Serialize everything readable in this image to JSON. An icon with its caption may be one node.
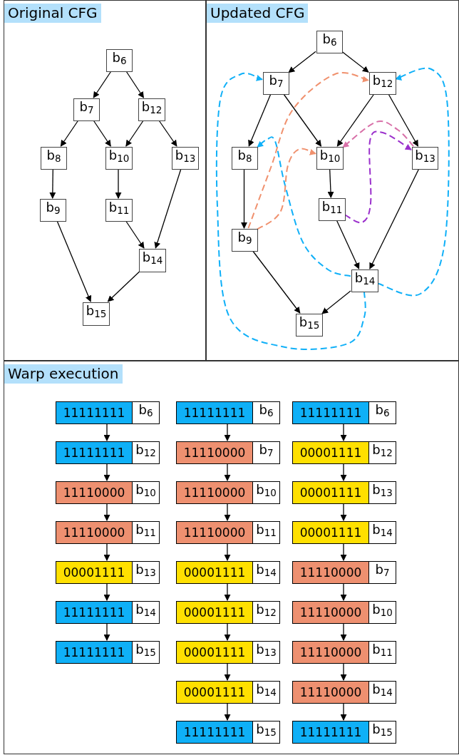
{
  "diagram": {
    "nodes": [
      {
        "text": [
          "Original CFG"
        ]
      },
      {
        "text": [
          "b$_{6}$"
        ],
        "in": 0
      },
      {
        "text": [
          "b$_{7}$"
        ],
        "in": 0
      },
      {
        "text": [
          "b$_{12}$"
        ],
        "in": 0
      },
      {
        "text": [
          "b$_{8}$"
        ],
        "in": 0
      },
      {
        "text": [
          "b$_{10}$"
        ],
        "in": 0
      },
      {
        "text": [
          "b$_{13}$"
        ],
        "in": 0
      },
      {
        "text": [
          "b$_{9}$"
        ],
        "in": 0
      },
      {
        "text": [
          "b$_{11}$"
        ],
        "in": 0
      },
      {
        "text": [
          "b$_{14}$"
        ],
        "in": 0
      },
      {
        "text": [
          "b$_{15}$"
        ],
        "in": 0
      },
      {
        "text": [
          "Updated CFG"
        ]
      },
      {
        "text": [
          "b$_{6}$"
        ],
        "in": 11
      },
      {
        "text": [
          "b$_{7}$"
        ],
        "in": 11
      },
      {
        "text": [
          "b$_{12}$"
        ],
        "in": 11
      },
      {
        "text": [
          "b$_{8}$"
        ],
        "in": 11
      },
      {
        "text": [
          "b$_{10}$"
        ],
        "in": 11
      },
      {
        "text": [
          "b$_{13}$"
        ],
        "in": 11
      },
      {
        "text": [
          "b$_{11}$"
        ],
        "in": 11
      },
      {
        "text": [
          "b$_{9}$"
        ],
        "in": 11
      },
      {
        "text": [
          "b$_{14}$"
        ],
        "in": 11
      },
      {
        "text": [
          "b$_{15}$"
        ],
        "in": 11
      },
      {
        "text": [
          "Warp execution"
        ]
      },
      {
        "text": [
          "11111111",
          "b$_{6}$"
        ],
        "in": 22
      },
      {
        "text": [
          "11111111",
          "b$_{12}$"
        ],
        "in": 22
      },
      {
        "text": [
          "11110000",
          "b$_{10}$"
        ],
        "in": 22
      },
      {
        "text": [
          "11110000",
          "b$_{11}$"
        ],
        "in": 22
      },
      {
        "text": [
          "00001111",
          "b$_{13}$"
        ],
        "in": 22
      },
      {
        "text": [
          "11111111",
          "b$_{14}$"
        ],
        "in": 22
      },
      {
        "text": [
          "11111111",
          "b$_{15}$"
        ],
        "in": 22
      },
      {
        "text": [
          "11111111",
          "b$_{6}$"
        ],
        "in": 22
      },
      {
        "text": [
          "11110000",
          "b$_{7}$"
        ],
        "in": 22
      },
      {
        "text": [
          "11110000",
          "b$_{10}$"
        ],
        "in": 22
      },
      {
        "text": [
          "11110000",
          "b$_{11}$"
        ],
        "in": 22
      },
      {
        "text": [
          "00001111",
          "b$_{14}$"
        ],
        "in": 22
      },
      {
        "text": [
          "00001111",
          "b$_{12}$"
        ],
        "in": 22
      },
      {
        "text": [
          "00001111",
          "b$_{13}$"
        ],
        "in": 22
      },
      {
        "text": [
          "00001111",
          "b$_{14}$"
        ],
        "in": 22
      },
      {
        "text": [
          "11111111",
          "b$_{15}$"
        ],
        "in": 22
      },
      {
        "text": [
          "11111111",
          "b$_{6}$"
        ],
        "in": 22
      },
      {
        "text": [
          "00001111",
          "b$_{12}$"
        ],
        "in": 22
      },
      {
        "text": [
          "00001111",
          "b$_{13}$"
        ],
        "in": 22
      },
      {
        "text": [
          "00001111",
          "b$_{14}$"
        ],
        "in": 22
      },
      {
        "text": [
          "11110000",
          "b$_{7}$"
        ],
        "in": 22
      },
      {
        "text": [
          "11110000",
          "b$_{10}$"
        ],
        "in": 22
      },
      {
        "text": [
          "11110000",
          "b$_{11}$"
        ],
        "in": 22
      },
      {
        "text": [
          "11110000",
          "b$_{14}$"
        ],
        "in": 22
      },
      {
        "text": [
          "11111111",
          "b$_{15}$"
        ],
        "in": 22
      }
    ],
    "edges": [
      {
        "from": 1,
        "to": 2,
        "arrow": "to"
      },
      {
        "from": 1,
        "to": 3,
        "arrow": "to"
      },
      {
        "from": 2,
        "to": 4,
        "arrow": "to"
      },
      {
        "from": 2,
        "to": 5,
        "arrow": "to"
      },
      {
        "from": 3,
        "to": 5,
        "arrow": "to"
      },
      {
        "from": 3,
        "to": 6,
        "arrow": "to"
      },
      {
        "from": 4,
        "to": 7,
        "arrow": "to"
      },
      {
        "from": 5,
        "to": 8,
        "arrow": "to"
      },
      {
        "from": 8,
        "to": 9,
        "arrow": "to"
      },
      {
        "from": 6,
        "to": 9,
        "arrow": "to"
      },
      {
        "from": 7,
        "to": 10,
        "arrow": "to"
      },
      {
        "from": 9,
        "to": 10,
        "arrow": "to"
      },
      {
        "from": 12,
        "to": 13,
        "arrow": "to"
      },
      {
        "from": 12,
        "to": 14,
        "arrow": "to"
      },
      {
        "from": 13,
        "to": 15,
        "arrow": "to"
      },
      {
        "from": 13,
        "to": 16,
        "arrow": "to"
      },
      {
        "from": 14,
        "to": 16,
        "arrow": "to"
      },
      {
        "from": 14,
        "to": 17,
        "arrow": "to"
      },
      {
        "from": 15,
        "to": 19,
        "arrow": "to"
      },
      {
        "from": 16,
        "to": 18,
        "arrow": "to"
      },
      {
        "from": 18,
        "to": 20,
        "arrow": "to"
      },
      {
        "from": 17,
        "to": 20,
        "arrow": "to"
      },
      {
        "from": 19,
        "to": 21,
        "arrow": "to"
      },
      {
        "from": 20,
        "to": 21,
        "arrow": "to"
      },
      {
        "from": 20,
        "to": 13,
        "arrow": "to",
        "style": "dashed",
        "color": "#10b0f8"
      },
      {
        "from": 20,
        "to": 14,
        "arrow": "to",
        "style": "dashed",
        "color": "#10b0f8"
      },
      {
        "from": 20,
        "to": 15,
        "arrow": "to",
        "style": "dashed",
        "color": "#10b0f8"
      },
      {
        "from": 19,
        "to": 14,
        "arrow": "to",
        "style": "dashed",
        "color": "#f0916e"
      },
      {
        "from": 19,
        "to": 16,
        "arrow": "to",
        "style": "dashed",
        "color": "#f0916e"
      },
      {
        "from": 17,
        "to": 16,
        "arrow": "to",
        "style": "dashed",
        "color": "#d870a8"
      },
      {
        "from": 18,
        "to": 17,
        "arrow": "to",
        "style": "dashed",
        "color": "#9b30cc"
      },
      {
        "from": 23,
        "to": 24,
        "arrow": "to"
      },
      {
        "from": 24,
        "to": 25,
        "arrow": "to"
      },
      {
        "from": 25,
        "to": 26,
        "arrow": "to"
      },
      {
        "from": 26,
        "to": 27,
        "arrow": "to"
      },
      {
        "from": 27,
        "to": 28,
        "arrow": "to"
      },
      {
        "from": 28,
        "to": 29,
        "arrow": "to"
      },
      {
        "from": 30,
        "to": 31,
        "arrow": "to"
      },
      {
        "from": 31,
        "to": 32,
        "arrow": "to"
      },
      {
        "from": 32,
        "to": 33,
        "arrow": "to"
      },
      {
        "from": 33,
        "to": 34,
        "arrow": "to"
      },
      {
        "from": 34,
        "to": 35,
        "arrow": "to"
      },
      {
        "from": 35,
        "to": 36,
        "arrow": "to"
      },
      {
        "from": 36,
        "to": 37,
        "arrow": "to"
      },
      {
        "from": 37,
        "to": 38,
        "arrow": "to"
      },
      {
        "from": 39,
        "to": 40,
        "arrow": "to"
      },
      {
        "from": 40,
        "to": 41,
        "arrow": "to"
      },
      {
        "from": 41,
        "to": 42,
        "arrow": "to"
      },
      {
        "from": 42,
        "to": 43,
        "arrow": "to"
      },
      {
        "from": 43,
        "to": 44,
        "arrow": "to"
      },
      {
        "from": 44,
        "to": 45,
        "arrow": "to"
      },
      {
        "from": 45,
        "to": 46,
        "arrow": "to"
      },
      {
        "from": 46,
        "to": 47,
        "arrow": "to"
      }
    ]
  }
}
